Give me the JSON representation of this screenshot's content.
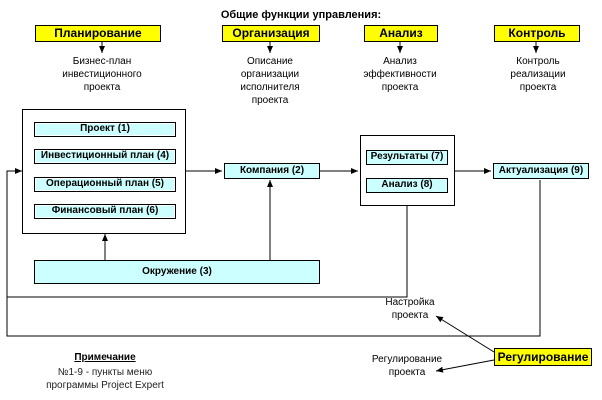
{
  "title": "Общие функции управления:",
  "functions": [
    {
      "label": "Планирование",
      "desc": [
        "Бизнес-план",
        "инвестиционного",
        "проекта"
      ]
    },
    {
      "label": "Организация",
      "desc": [
        "Описание",
        "организации",
        "исполнителя",
        "проекта"
      ]
    },
    {
      "label": "Анализ",
      "desc": [
        "Анализ",
        "эффективности",
        "проекта"
      ]
    },
    {
      "label": "Контроль",
      "desc": [
        "Контроль",
        "реализации",
        "проекта"
      ]
    }
  ],
  "plan_items": [
    "Проект (1)",
    "Инвестиционный план (4)",
    "Операционный план (5)",
    "Финансовый план (6)"
  ],
  "company": "Компания (2)",
  "results": [
    "Результаты (7)",
    "Анализ (8)"
  ],
  "actualization": "Актуализация (9)",
  "environment": "Окружение (3)",
  "regulation": {
    "label": "Регулирование",
    "setup": [
      "Настройка",
      "проекта"
    ],
    "control": [
      "Регулирование",
      "проекта"
    ]
  },
  "note": {
    "title": "Примечание",
    "lines": [
      "№1-9 - пункты меню",
      "программы Project Expert"
    ]
  },
  "colors": {
    "function_fill": "#ffff00",
    "block_fill": "#ccffff",
    "line": "#000000"
  }
}
